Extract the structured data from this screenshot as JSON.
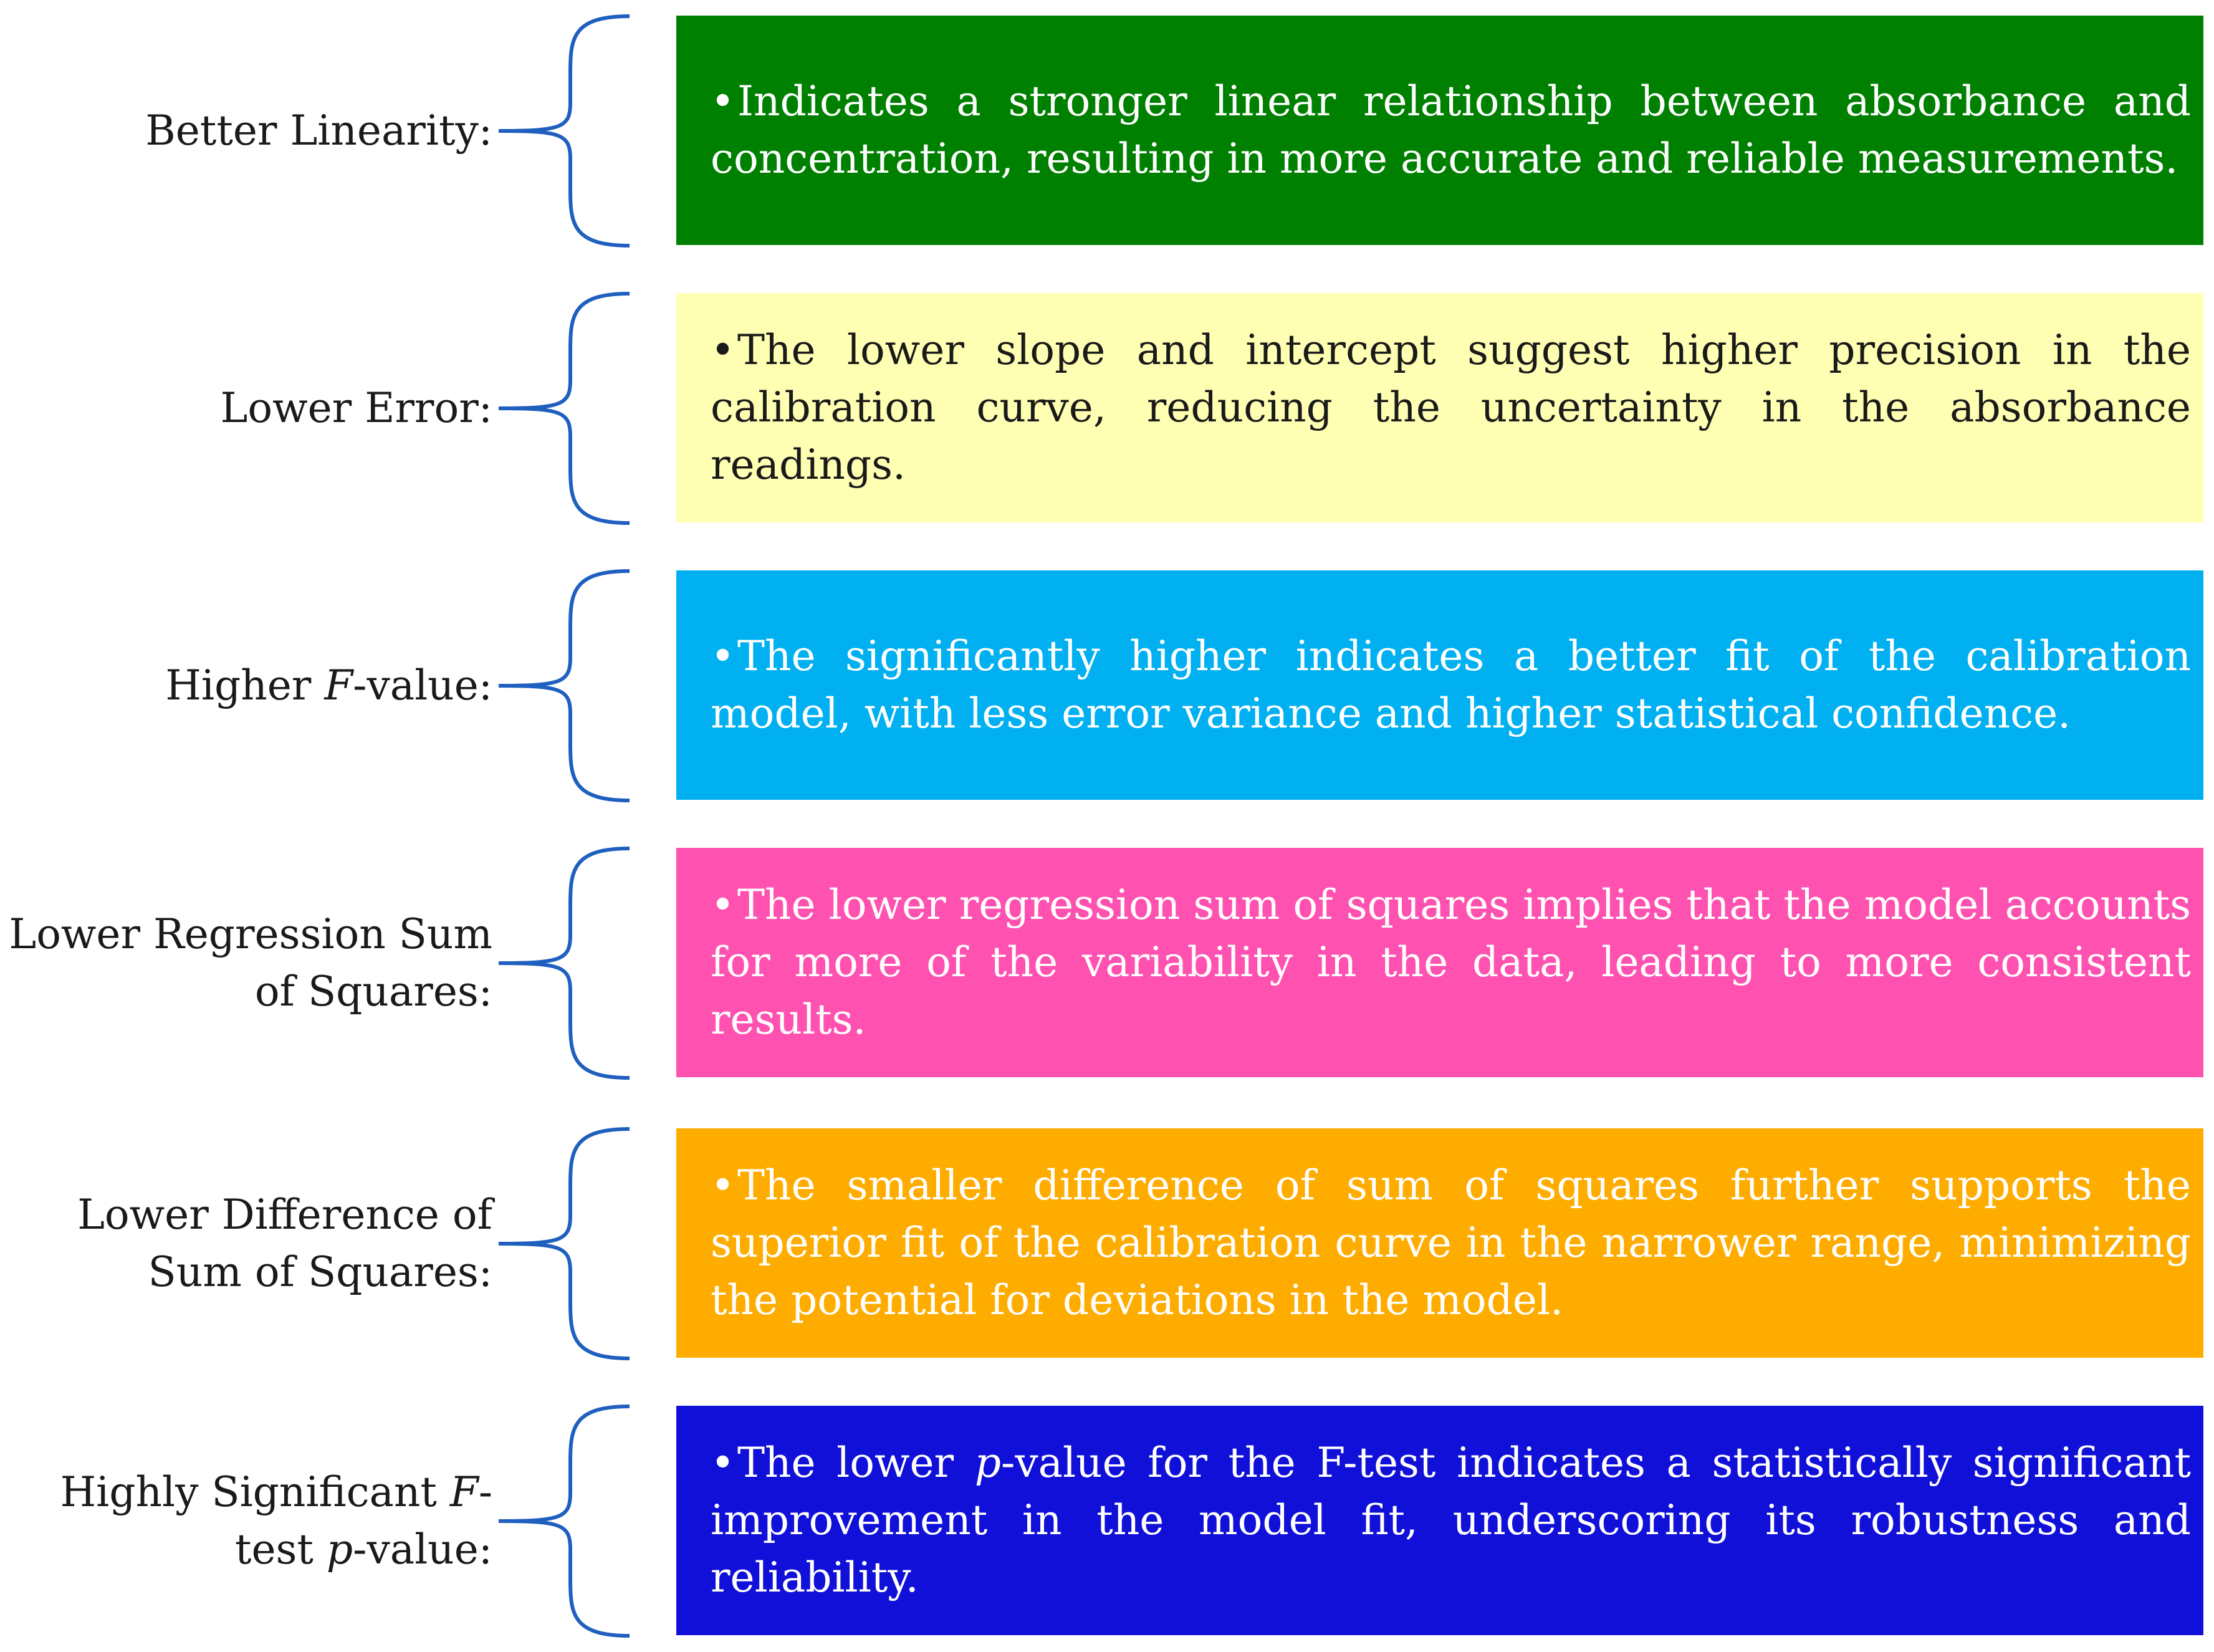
{
  "items": [
    {
      "label_parts": [
        [
          "Better Linearity:"
        ]
      ],
      "text_parts": [
        "Indicates a stronger linear relationship between absorbance and concentration, resulting in more accurate and reliable measurements."
      ],
      "color": "#008000"
    },
    {
      "label_parts": [
        [
          "Lower Error:"
        ]
      ],
      "text_parts": [
        "The lower slope and intercept suggest higher precision in the calibration curve, reducing the uncertainty in the absorbance readings."
      ],
      "color": "#ffffb3"
    },
    {
      "label_parts": [
        [
          "Higher ",
          "F",
          "-value:"
        ]
      ],
      "text_parts": [
        "The significantly higher indicates a better fit of the calibration model, with less error variance and higher statistical confidence."
      ],
      "color": "#00b0f0"
    },
    {
      "label_parts": [
        [
          "Lower Regression Sum"
        ],
        [
          "of Squares:"
        ]
      ],
      "text_parts": [
        "The lower regression sum of squares implies that the model accounts for more of the variability in the data, leading to more consistent results."
      ],
      "color": "#ff52b0"
    },
    {
      "label_parts": [
        [
          "Lower Difference of"
        ],
        [
          "Sum of Squares:"
        ]
      ],
      "text_parts": [
        "The smaller difference of sum of squares further supports the superior fit of the calibration curve in the narrower range, minimizing the potential for deviations in the model."
      ],
      "color": "#ffac00"
    },
    {
      "label_parts": [
        [
          "Highly Significant ",
          "F",
          "-"
        ],
        [
          "test ",
          "p",
          "-value:"
        ]
      ],
      "text_parts": [
        "The lower ",
        "p",
        "-value for the F-test indicates a statistically significant improvement in the model fit, underscoring its robustness and reliability."
      ],
      "color": "#1010d8"
    }
  ],
  "bullet": "•",
  "brace_color": "#1f5fbf"
}
